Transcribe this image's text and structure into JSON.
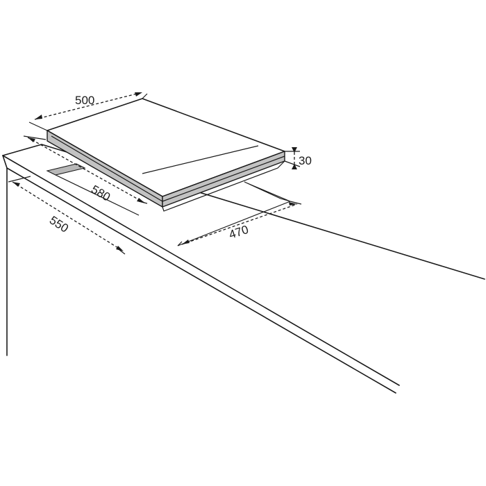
{
  "dimensions": {
    "hob_width": "500",
    "hob_depth": "580",
    "hob_height": "30",
    "worktop_depth": "550",
    "cutout_width": "470"
  }
}
